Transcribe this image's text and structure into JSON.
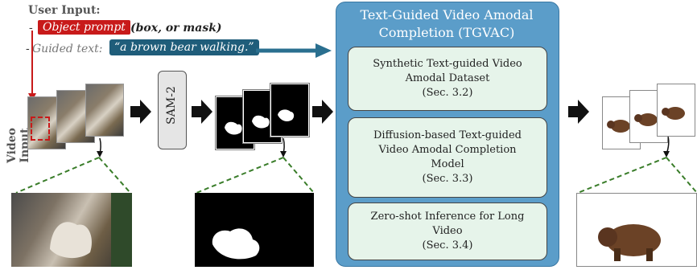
{
  "user_input": {
    "title": "User Input:",
    "dash1": "-",
    "object_prompt": "Object prompt",
    "object_prompt_note": "(box, or mask)",
    "dash2": "-",
    "guided_text_label": "Guided text:",
    "guided_text_value": "“a brown bear walking.”"
  },
  "video_input_label": "Video Input",
  "sam_label": "SAM-2",
  "tgvac": {
    "title_line1": "Text-Guided Video Amodal",
    "title_line2": "Completion (TGVAC)",
    "modules": [
      {
        "lines": [
          "Synthetic Text-guided Video",
          "Amodal Dataset",
          "(Sec. 3.2)"
        ]
      },
      {
        "lines": [
          "Diffusion-based Text-guided",
          "Video Amodal Completion",
          "Model",
          "(Sec. 3.3)"
        ]
      },
      {
        "lines": [
          "Zero-shot Inference for Long",
          "Video",
          "(Sec. 3.4)"
        ]
      }
    ]
  },
  "colors": {
    "object_prompt_bg": "#c81a1a",
    "guided_text_bg": "#1f5d7a",
    "tgvac_bg": "#5b9dc9",
    "module_bg": "#e6f4ea",
    "zoom_line": "#3a7d2a",
    "arrow": "#111111",
    "teal_arrow": "#2a6f8f"
  }
}
